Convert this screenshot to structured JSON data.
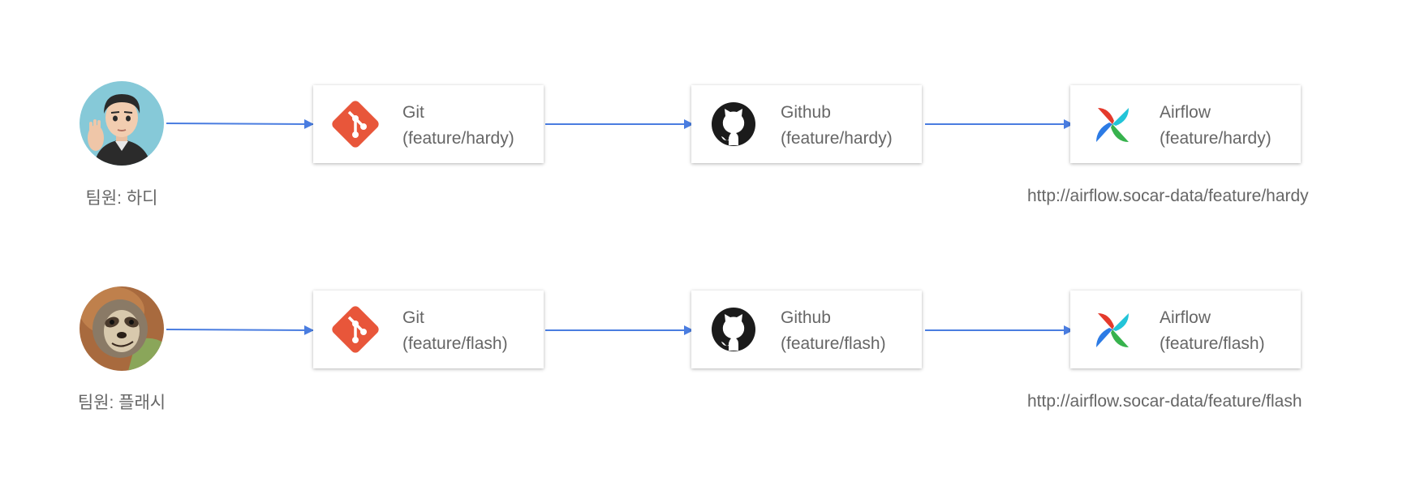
{
  "rows": [
    {
      "member_caption": "팀원: 하디",
      "git": {
        "name": "Git",
        "branch": "(feature/hardy)"
      },
      "github": {
        "name": "Github",
        "branch": "(feature/hardy)"
      },
      "airflow": {
        "name": "Airflow",
        "branch": "(feature/hardy)"
      },
      "url": "http://airflow.socar-data/feature/hardy"
    },
    {
      "member_caption": "팀원: 플래시",
      "git": {
        "name": "Git",
        "branch": "(feature/flash)"
      },
      "github": {
        "name": "Github",
        "branch": "(feature/flash)"
      },
      "airflow": {
        "name": "Airflow",
        "branch": "(feature/flash)"
      },
      "url": "http://airflow.socar-data/feature/flash"
    }
  ],
  "colors": {
    "arrow": "#4a7de0",
    "git": "#e8563a",
    "github": "#1b1b1b",
    "airflow_red": "#e43a2c",
    "airflow_blue": "#2c7be5",
    "airflow_cyan": "#22c4d8",
    "airflow_green": "#37b24d",
    "text": "#666666"
  },
  "icons": [
    "avatar-hardy",
    "avatar-flash",
    "git-icon",
    "github-icon",
    "airflow-icon"
  ]
}
